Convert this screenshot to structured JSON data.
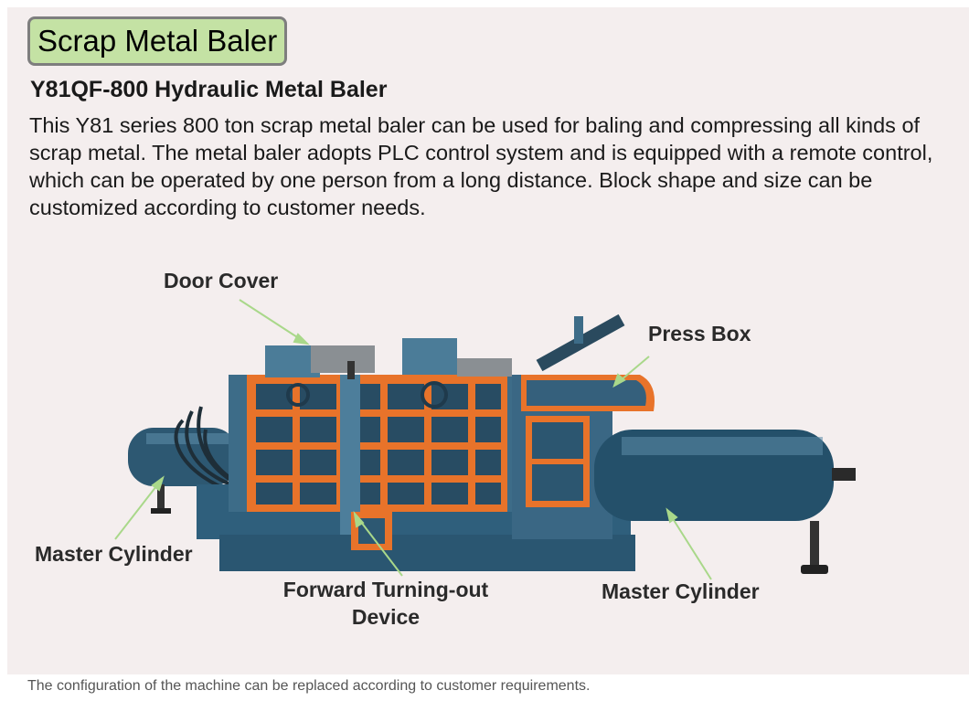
{
  "header": {
    "badge": "Scrap Metal Baler",
    "subtitle": "Y81QF-800 Hydraulic Metal Baler",
    "description": "This Y81 series 800 ton scrap metal baler can be used for baling and compressing all kinds of scrap metal. The metal baler adopts PLC control system and is equipped with a remote control, which can be operated by one person from a long distance. Block shape and size can be customized according to customer needs."
  },
  "labels": {
    "door_cover": "Door Cover",
    "press_box": "Press Box",
    "master_cylinder_left": "Master Cylinder",
    "master_cylinder_right": "Master Cylinder",
    "forward_turning_line1": "Forward Turning-out",
    "forward_turning_line2": "Device"
  },
  "footnote": "The configuration of the machine can be replaced according to customer requirements.",
  "colors": {
    "badge_fill": "#c4e2a4",
    "machine_blue": "#3d6c88",
    "frame_orange": "#e8732a",
    "pointer_green": "#a9d88a"
  }
}
